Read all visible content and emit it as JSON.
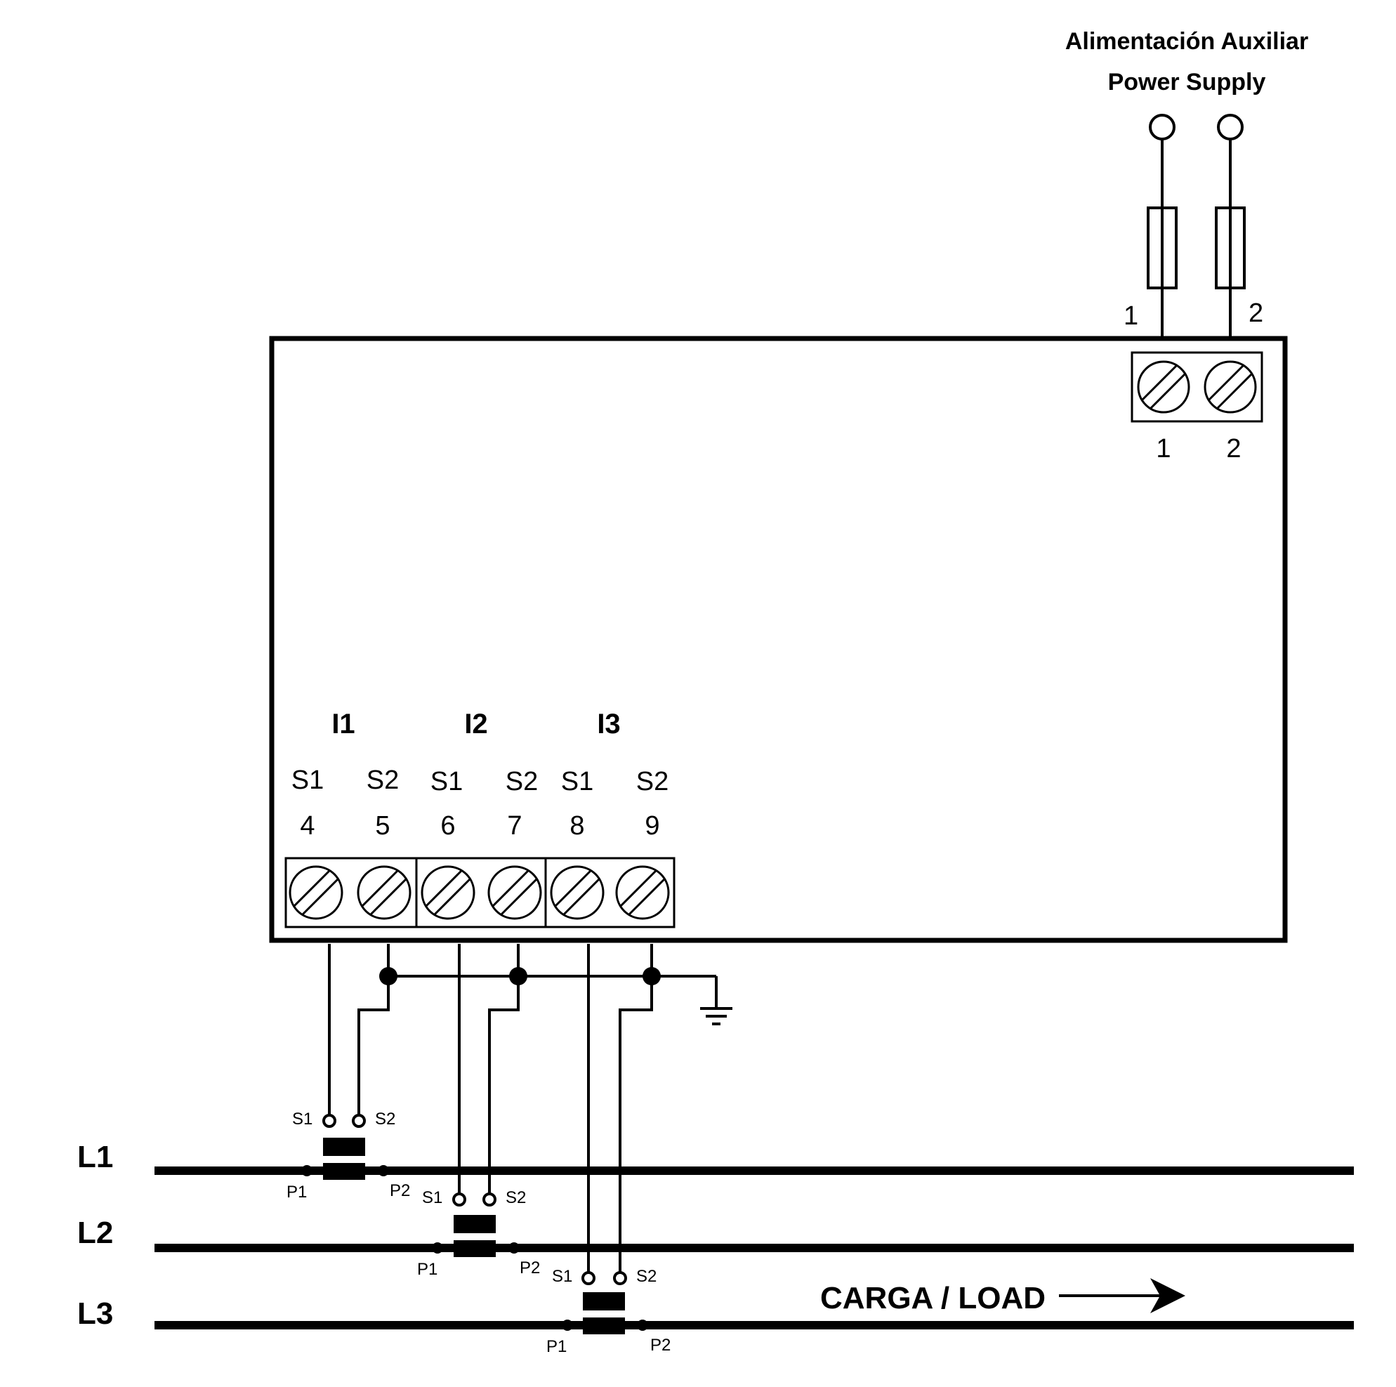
{
  "power_supply": {
    "title_es": "Alimentación Auxiliar",
    "title_en": "Power Supply",
    "wire_label_1": "1",
    "wire_label_2": "2",
    "terminal_1": "1",
    "terminal_2": "2"
  },
  "inputs": [
    {
      "name": "I1",
      "s1_label": "S1",
      "s2_label": "S2",
      "s1_terminal": "4",
      "s2_terminal": "5"
    },
    {
      "name": "I2",
      "s1_label": "S1",
      "s2_label": "S2",
      "s1_terminal": "6",
      "s2_terminal": "7"
    },
    {
      "name": "I3",
      "s1_label": "S1",
      "s2_label": "S2",
      "s1_terminal": "8",
      "s2_terminal": "9"
    }
  ],
  "lines": [
    {
      "name": "L1",
      "ct": {
        "s1": "S1",
        "s2": "S2",
        "p1": "P1",
        "p2": "P2"
      }
    },
    {
      "name": "L2",
      "ct": {
        "s1": "S1",
        "s2": "S2",
        "p1": "P1",
        "p2": "P2"
      }
    },
    {
      "name": "L3",
      "ct": {
        "s1": "S1",
        "s2": "S2",
        "p1": "P1",
        "p2": "P2"
      }
    }
  ],
  "load_label": "CARGA / LOAD",
  "icons": [
    "ground-icon",
    "fuse-icon",
    "screw-terminal-icon",
    "current-transformer-icon",
    "arrow-right-icon"
  ]
}
